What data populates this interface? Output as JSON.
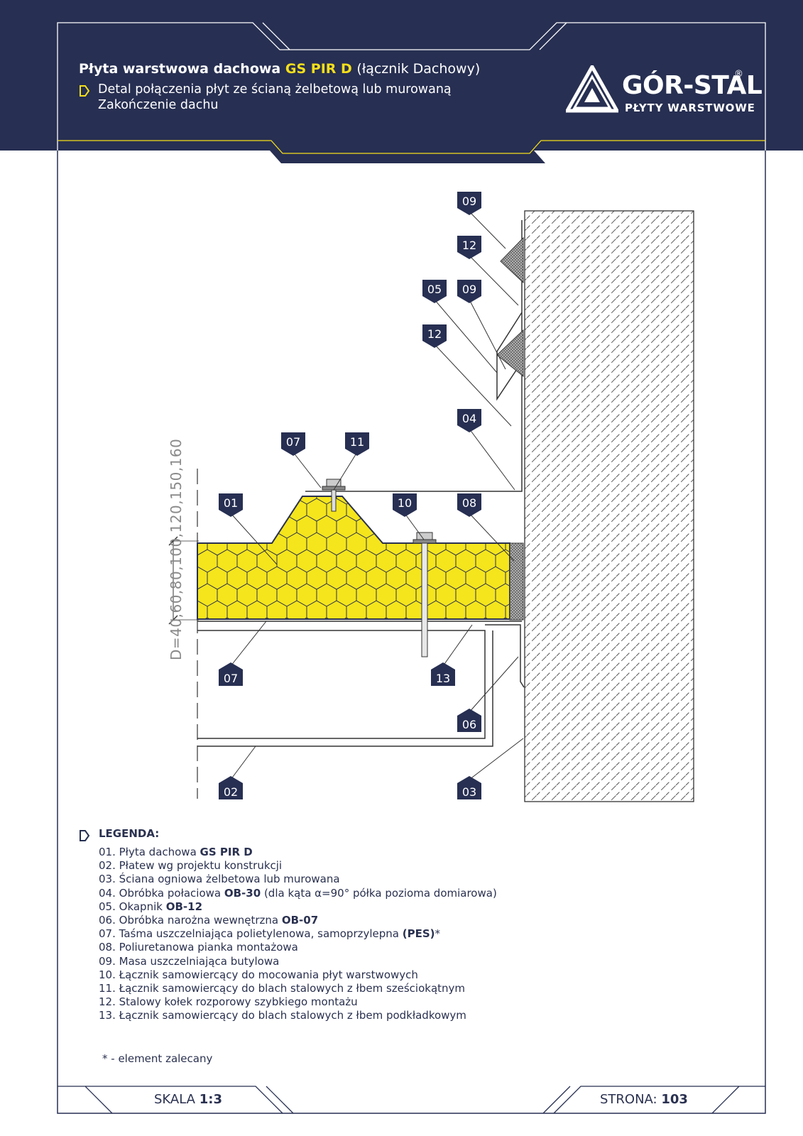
{
  "header": {
    "title_prefix": "Płyta warstwowa dachowa",
    "title_highlight": "GS PIR D",
    "title_suffix": "(łącznik Dachowy)",
    "subtitle_1": "Detal połączenia płyt ze ścianą żelbetową lub murowaną",
    "subtitle_2": "Zakończenie dachu"
  },
  "logo": {
    "name": "GÓR-STAL",
    "reg": "®",
    "tagline": "PŁYTY WARSTWOWE"
  },
  "colors": {
    "navy": "#272f52",
    "accent": "#f5df1a",
    "foam": "#f5e51c",
    "white": "#ffffff"
  },
  "drawing": {
    "dimension_text": "D=40,60,80,100,120,150,160",
    "callouts": {
      "c01": "01",
      "c02": "02",
      "c03": "03",
      "c04": "04",
      "c05": "05",
      "c06": "06",
      "c07a": "07",
      "c07b": "07",
      "c08": "08",
      "c09a": "09",
      "c09b": "09",
      "c10": "10",
      "c11": "11",
      "c12a": "12",
      "c12b": "12",
      "c13": "13"
    }
  },
  "legend": {
    "title": "LEGENDA:",
    "items": [
      {
        "n": "01.",
        "text": "Płyta dachowa ",
        "bold": "GS PIR D",
        "after": ""
      },
      {
        "n": "02.",
        "text": "Płatew wg projektu konstrukcji",
        "bold": "",
        "after": ""
      },
      {
        "n": "03.",
        "text": "Ściana ogniowa żelbetowa lub murowana",
        "bold": "",
        "after": ""
      },
      {
        "n": "04.",
        "text": "Obróbka połaciowa ",
        "bold": "OB-30",
        "after": " (dla kąta α=90° półka pozioma domiarowa)"
      },
      {
        "n": "05.",
        "text": "Okapnik ",
        "bold": "OB-12",
        "after": ""
      },
      {
        "n": "06.",
        "text": "Obróbka narożna wewnętrzna ",
        "bold": "OB-07",
        "after": ""
      },
      {
        "n": "07.",
        "text": "Taśma uszczelniająca polietylenowa, samoprzylepna ",
        "bold": "(PES)",
        "after": "*"
      },
      {
        "n": "08.",
        "text": "Poliuretanowa pianka montażowa",
        "bold": "",
        "after": ""
      },
      {
        "n": "09.",
        "text": "Masa uszczelniająca butylowa",
        "bold": "",
        "after": ""
      },
      {
        "n": "10.",
        "text": "Łącznik samowiercący do mocowania płyt warstwowych",
        "bold": "",
        "after": ""
      },
      {
        "n": "11.",
        "text": "Łącznik samowiercący do blach stalowych z łbem sześciokątnym",
        "bold": "",
        "after": ""
      },
      {
        "n": "12.",
        "text": "Stalowy kołek rozporowy szybkiego montażu",
        "bold": "",
        "after": ""
      },
      {
        "n": "13.",
        "text": "Łącznik samowiercący do blach stalowych z łbem podkładkowym",
        "bold": "",
        "after": ""
      }
    ]
  },
  "note": "* -  element zalecany",
  "footer": {
    "scale_label": "SKALA",
    "scale_value": "1:3",
    "page_label": "STRONA:",
    "page_value": "103"
  }
}
